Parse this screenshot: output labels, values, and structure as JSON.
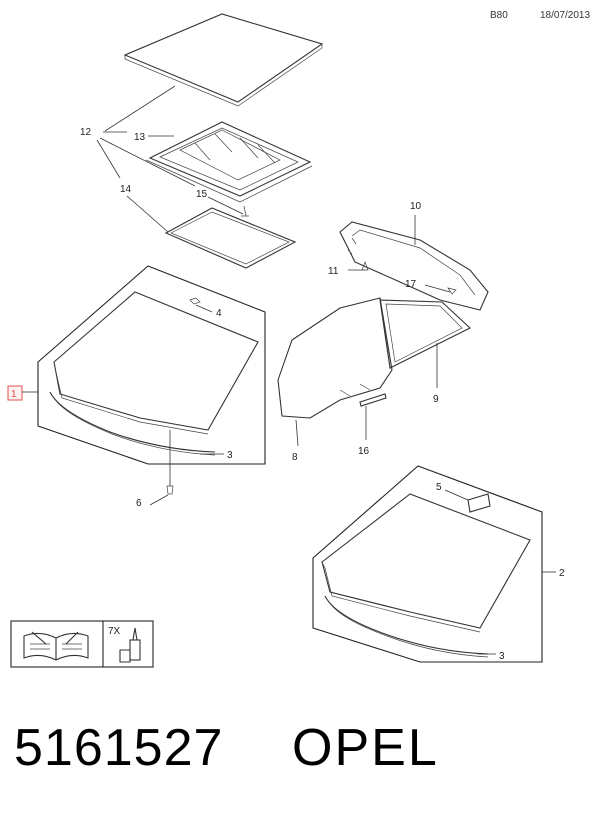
{
  "header": {
    "code": "B80",
    "date": "18/07/2013"
  },
  "callouts": {
    "c1": "1",
    "c2": "2",
    "c3a": "3",
    "c3b": "3",
    "c4": "4",
    "c5": "5",
    "c6": "6",
    "c7": "7X",
    "c8": "8",
    "c9": "9",
    "c10": "10",
    "c11": "11",
    "c12": "12",
    "c13": "13",
    "c14": "14",
    "c15": "15",
    "c16": "16",
    "c17": "17"
  },
  "colors": {
    "marked_callout": "#e05050",
    "line": "#333333"
  },
  "footer": {
    "part_number": "5161527",
    "brand": "OPEL"
  },
  "legend_icons": [
    "repair-manual-icon",
    "sealant-cartridge-icon"
  ]
}
